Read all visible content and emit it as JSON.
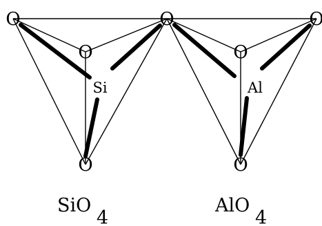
{
  "tetrahedra": [
    {
      "center_label": "Si",
      "oxygen_labels": [
        "O",
        "O",
        "O",
        "O"
      ],
      "formula": {
        "base": "SiO",
        "subscript": "4"
      }
    },
    {
      "center_label": "Al",
      "oxygen_labels": [
        "O",
        "O",
        "O",
        "O"
      ],
      "formula": {
        "base": "AlO",
        "subscript": "4"
      }
    }
  ],
  "colors": {
    "line": "#000000",
    "background": "#ffffff"
  }
}
